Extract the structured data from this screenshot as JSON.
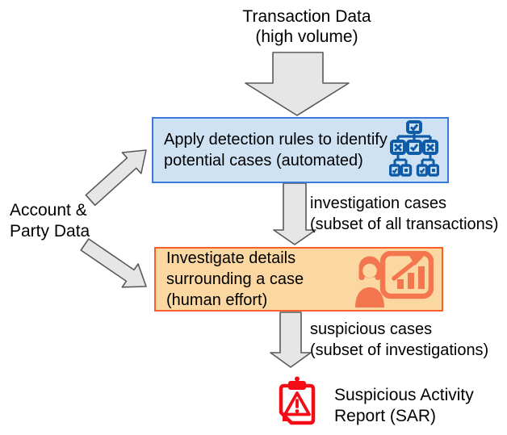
{
  "title": {
    "lines": [
      "Transaction Data",
      "(high volume)"
    ]
  },
  "side_input_label": {
    "lines": [
      "Account &",
      "Party Data"
    ]
  },
  "boxes": {
    "detection": {
      "lines": [
        "Apply detection rules to identify",
        "potential cases (automated)"
      ],
      "icon": "decision-tree-icon"
    },
    "investigation": {
      "lines": [
        "Investigate details",
        "surrounding a case",
        "(human effort)"
      ],
      "icon": "analyst-presentation-icon"
    }
  },
  "arrow_labels": {
    "investigation_cases": {
      "lines": [
        "investigation cases",
        "(subset of all transactions)"
      ]
    },
    "suspicious_cases": {
      "lines": [
        "suspicious cases",
        "(subset of investigations)"
      ]
    }
  },
  "output": {
    "lines": [
      "Suspicious Activity",
      "Report (SAR)"
    ],
    "icon": "sar-clipboard-warning-icon"
  },
  "colors": {
    "blue_fill": "#cfe2f3",
    "blue_border": "#3c78d8",
    "icon_blue": "#0e5ba8",
    "orange_fill": "#fbd7a1",
    "orange_border": "#f8602a",
    "icon_coral": "#f4764f",
    "sar_red": "#f30b15",
    "arrow_fill": "#e6e6e6",
    "arrow_stroke": "#595959",
    "text": "#000000"
  }
}
